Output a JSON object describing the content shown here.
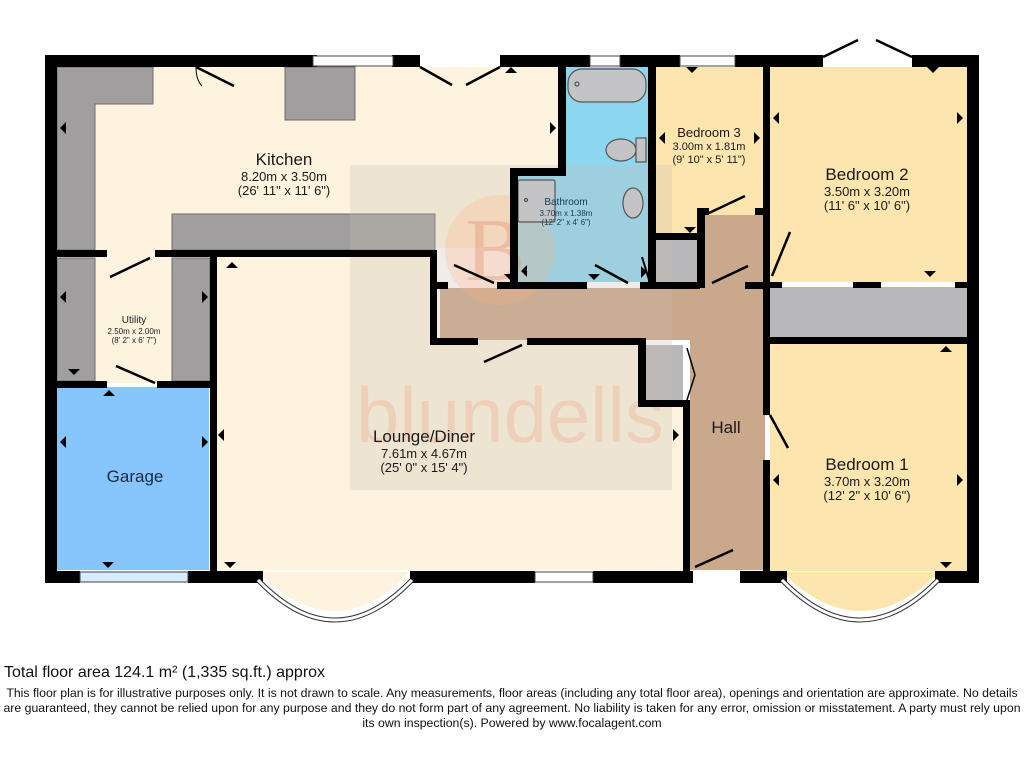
{
  "floorplan": {
    "watermark": "blundells",
    "watermark_logo_letter": "B",
    "colors": {
      "wall": "#000000",
      "kitchen_lounge_utility": "#fdf3df",
      "bedrooms": "#fde5ae",
      "bathroom": "#8cd6f0",
      "garage": "#87c6fc",
      "hall": "#c9a88b",
      "storage": "#b8b8ba",
      "fitted_units": "#a09e9f",
      "watermark_overlay": "#d8d0c0"
    },
    "rooms": [
      {
        "id": "kitchen",
        "name": "Kitchen",
        "metric": "8.20m x 3.50m",
        "imperial": "(26' 11\" x 11' 6\")"
      },
      {
        "id": "bathroom",
        "name": "Bathroom",
        "metric": "3.70m x 1.38m",
        "imperial": "(12' 2\" x 4' 6\")"
      },
      {
        "id": "bedroom3",
        "name": "Bedroom 3",
        "metric": "3.00m x 1.81m",
        "imperial": "(9' 10\" x 5' 11\")"
      },
      {
        "id": "bedroom2",
        "name": "Bedroom 2",
        "metric": "3.50m x 3.20m",
        "imperial": "(11' 6\" x 10' 6\")"
      },
      {
        "id": "utility",
        "name": "Utility",
        "metric": "2.50m x 2.00m",
        "imperial": "(8' 2\" x 6' 7\")"
      },
      {
        "id": "lounge",
        "name": "Lounge/Diner",
        "metric": "7.61m x 4.67m",
        "imperial": "(25' 0\" x 15' 4\")"
      },
      {
        "id": "bedroom1",
        "name": "Bedroom 1",
        "metric": "3.70m x 3.20m",
        "imperial": "(12' 2\" x 10' 6\")"
      },
      {
        "id": "hall",
        "name": "Hall"
      },
      {
        "id": "garage",
        "name": "Garage"
      }
    ]
  },
  "footer": {
    "total_area": "Total floor area 124.1 m² (1,335 sq.ft.) approx",
    "disclaimer": "This floor plan is for illustrative purposes only. It is not drawn to scale. Any measurements, floor areas (including any total floor area), openings and orientation are approximate. No details are guaranteed, they cannot be relied upon for any purpose and they do not form part of any agreement. No liability is taken for any error, omission or misstatement. A party must rely upon its own inspection(s). Powered by www.focalagent.com"
  }
}
